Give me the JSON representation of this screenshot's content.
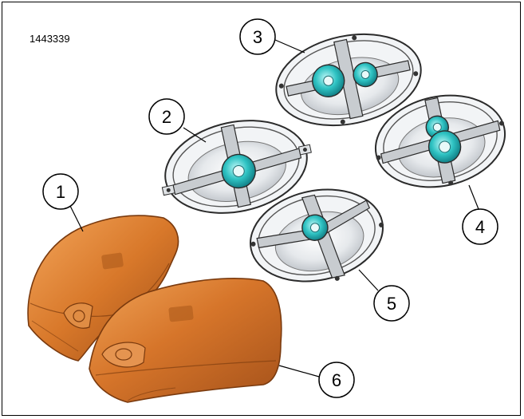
{
  "figure": {
    "id": "1443339",
    "colors": {
      "cover": "#d8782a",
      "cover_dark": "#a9541a",
      "cover_light": "#f0a45a",
      "speaker_frame": "#e9ecef",
      "speaker_outline": "#2b2b2b",
      "tweeter": "#2fc3c3"
    },
    "callouts": [
      {
        "num": "1",
        "item": "left-cover"
      },
      {
        "num": "2",
        "item": "speaker-2"
      },
      {
        "num": "3",
        "item": "speaker-3"
      },
      {
        "num": "4",
        "item": "speaker-4"
      },
      {
        "num": "5",
        "item": "speaker-5"
      },
      {
        "num": "6",
        "item": "right-cover"
      }
    ]
  }
}
